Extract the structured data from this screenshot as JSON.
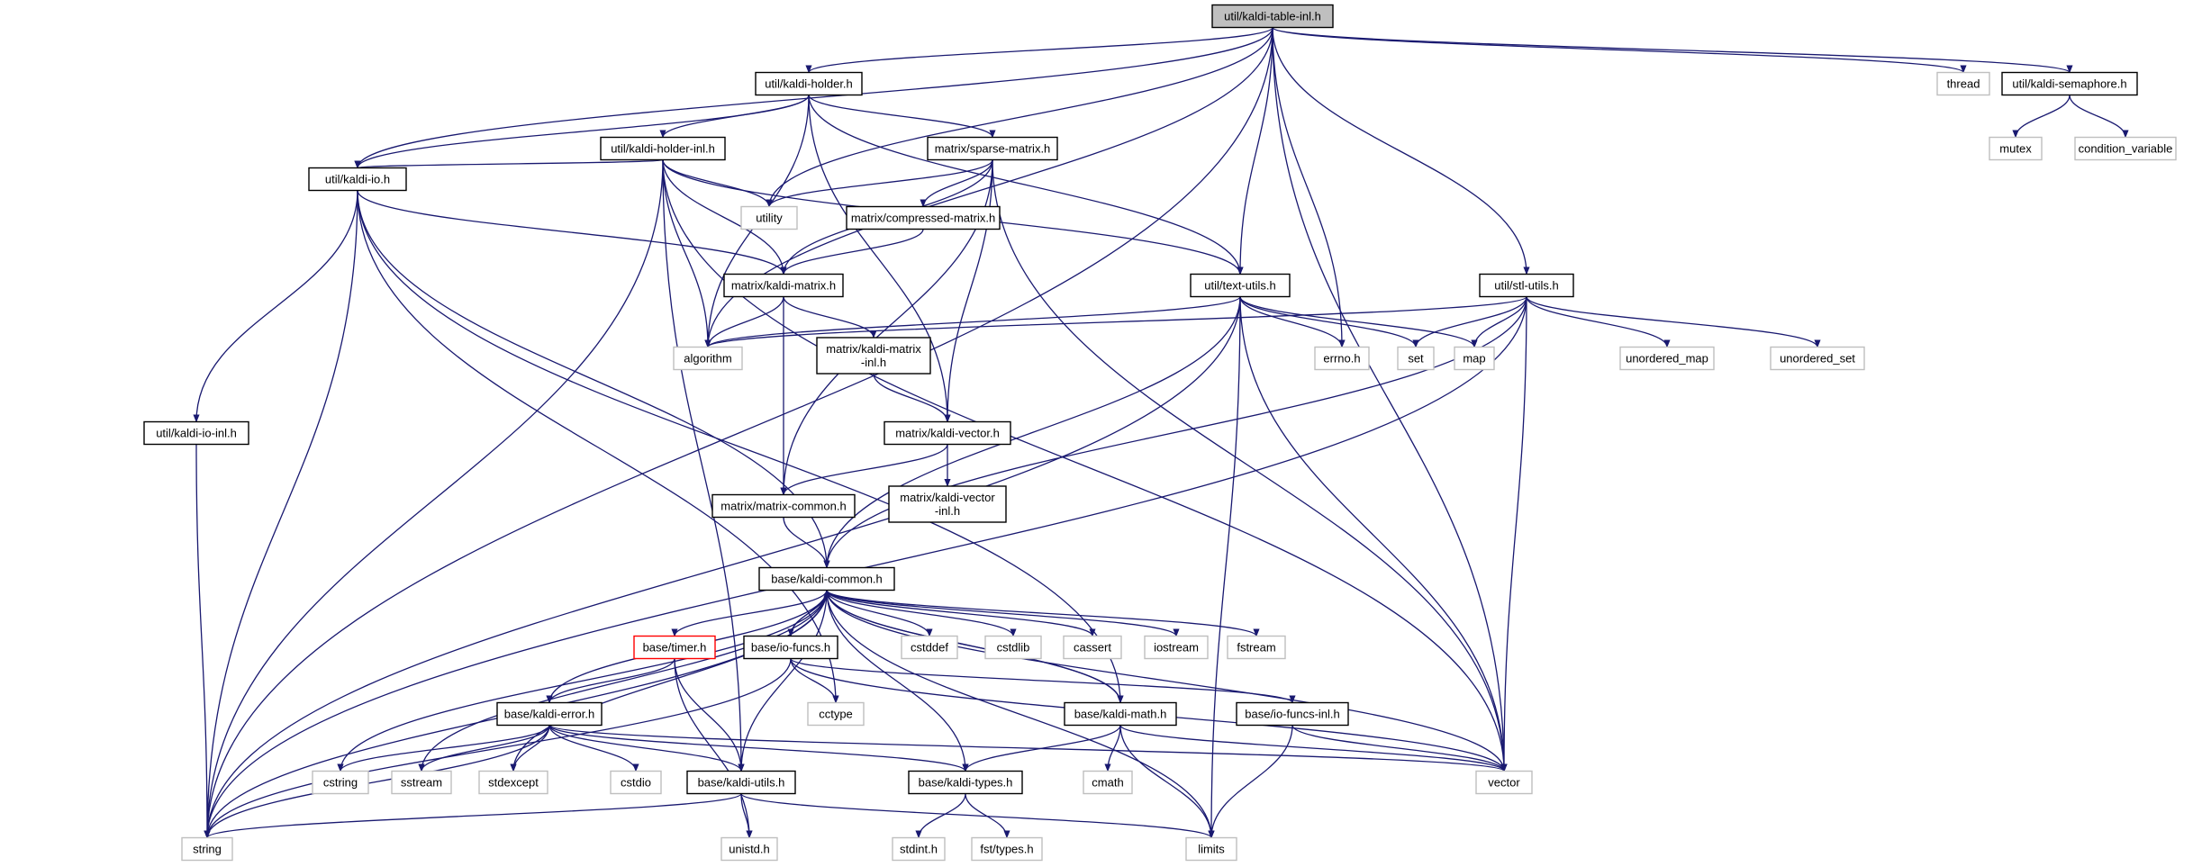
{
  "colors": {
    "edge": "#191970",
    "header_node_border": "#000000",
    "system_header_border": "#bfbfbf",
    "root_fill": "#bfbfbf",
    "highlight_border": "#ff0000",
    "background": "#ffffff"
  },
  "diagram": {
    "root": "util/kaldi-table-inl.h",
    "nodes": [
      {
        "id": "root",
        "lines": [
          "util/kaldi-table-inl.h"
        ],
        "kind": "root"
      },
      {
        "id": "holder",
        "lines": [
          "util/kaldi-holder.h"
        ],
        "kind": "header"
      },
      {
        "id": "holder_inl",
        "lines": [
          "util/kaldi-holder-inl.h"
        ],
        "kind": "header"
      },
      {
        "id": "kio",
        "lines": [
          "util/kaldi-io.h"
        ],
        "kind": "header"
      },
      {
        "id": "kio_inl",
        "lines": [
          "util/kaldi-io-inl.h"
        ],
        "kind": "header"
      },
      {
        "id": "sparse",
        "lines": [
          "matrix/sparse-matrix.h"
        ],
        "kind": "header"
      },
      {
        "id": "compressed",
        "lines": [
          "matrix/compressed-matrix.h"
        ],
        "kind": "header"
      },
      {
        "id": "kmatrix",
        "lines": [
          "matrix/kaldi-matrix.h"
        ],
        "kind": "header"
      },
      {
        "id": "kmatrix_inl",
        "lines": [
          "matrix/kaldi-matrix",
          "-inl.h"
        ],
        "kind": "header"
      },
      {
        "id": "kvector",
        "lines": [
          "matrix/kaldi-vector.h"
        ],
        "kind": "header"
      },
      {
        "id": "kvector_inl",
        "lines": [
          "matrix/kaldi-vector",
          "-inl.h"
        ],
        "kind": "header"
      },
      {
        "id": "mcommon",
        "lines": [
          "matrix/matrix-common.h"
        ],
        "kind": "header"
      },
      {
        "id": "textutils",
        "lines": [
          "util/text-utils.h"
        ],
        "kind": "header"
      },
      {
        "id": "stlutils",
        "lines": [
          "util/stl-utils.h"
        ],
        "kind": "header"
      },
      {
        "id": "semaphore",
        "lines": [
          "util/kaldi-semaphore.h"
        ],
        "kind": "header"
      },
      {
        "id": "kcommon",
        "lines": [
          "base/kaldi-common.h"
        ],
        "kind": "header"
      },
      {
        "id": "timer",
        "lines": [
          "base/timer.h"
        ],
        "kind": "highlight"
      },
      {
        "id": "iofuncs",
        "lines": [
          "base/io-funcs.h"
        ],
        "kind": "header"
      },
      {
        "id": "iofuncs_inl",
        "lines": [
          "base/io-funcs-inl.h"
        ],
        "kind": "header"
      },
      {
        "id": "kerror",
        "lines": [
          "base/kaldi-error.h"
        ],
        "kind": "header"
      },
      {
        "id": "kmath",
        "lines": [
          "base/kaldi-math.h"
        ],
        "kind": "header"
      },
      {
        "id": "ktypes",
        "lines": [
          "base/kaldi-types.h"
        ],
        "kind": "header"
      },
      {
        "id": "kutils",
        "lines": [
          "base/kaldi-utils.h"
        ],
        "kind": "header"
      },
      {
        "id": "thread",
        "lines": [
          "thread"
        ],
        "kind": "system"
      },
      {
        "id": "mutex",
        "lines": [
          "mutex"
        ],
        "kind": "system"
      },
      {
        "id": "condvar",
        "lines": [
          "condition_variable"
        ],
        "kind": "system"
      },
      {
        "id": "utility",
        "lines": [
          "utility"
        ],
        "kind": "system"
      },
      {
        "id": "algorithm",
        "lines": [
          "algorithm"
        ],
        "kind": "system"
      },
      {
        "id": "errno",
        "lines": [
          "errno.h"
        ],
        "kind": "system"
      },
      {
        "id": "set",
        "lines": [
          "set"
        ],
        "kind": "system"
      },
      {
        "id": "map",
        "lines": [
          "map"
        ],
        "kind": "system"
      },
      {
        "id": "umap",
        "lines": [
          "unordered_map"
        ],
        "kind": "system"
      },
      {
        "id": "uset",
        "lines": [
          "unordered_set"
        ],
        "kind": "system"
      },
      {
        "id": "vector",
        "lines": [
          "vector"
        ],
        "kind": "system"
      },
      {
        "id": "limits",
        "lines": [
          "limits"
        ],
        "kind": "system"
      },
      {
        "id": "string",
        "lines": [
          "string"
        ],
        "kind": "system"
      },
      {
        "id": "cstddef",
        "lines": [
          "cstddef"
        ],
        "kind": "system"
      },
      {
        "id": "cstdlib",
        "lines": [
          "cstdlib"
        ],
        "kind": "system"
      },
      {
        "id": "cassert",
        "lines": [
          "cassert"
        ],
        "kind": "system"
      },
      {
        "id": "iostream",
        "lines": [
          "iostream"
        ],
        "kind": "system"
      },
      {
        "id": "fstream",
        "lines": [
          "fstream"
        ],
        "kind": "system"
      },
      {
        "id": "cctype",
        "lines": [
          "cctype"
        ],
        "kind": "system"
      },
      {
        "id": "cmath",
        "lines": [
          "cmath"
        ],
        "kind": "system"
      },
      {
        "id": "cstring",
        "lines": [
          "cstring"
        ],
        "kind": "system"
      },
      {
        "id": "sstream",
        "lines": [
          "sstream"
        ],
        "kind": "system"
      },
      {
        "id": "stdexcept",
        "lines": [
          "stdexcept"
        ],
        "kind": "system"
      },
      {
        "id": "cstdio",
        "lines": [
          "cstdio"
        ],
        "kind": "system"
      },
      {
        "id": "unistd",
        "lines": [
          "unistd.h"
        ],
        "kind": "system"
      },
      {
        "id": "stdint",
        "lines": [
          "stdint.h"
        ],
        "kind": "system"
      },
      {
        "id": "fsttypes",
        "lines": [
          "fst/types.h"
        ],
        "kind": "system"
      }
    ],
    "edges": [
      [
        "root",
        "holder"
      ],
      [
        "root",
        "kio"
      ],
      [
        "root",
        "textutils"
      ],
      [
        "root",
        "stlutils"
      ],
      [
        "root",
        "semaphore"
      ],
      [
        "root",
        "thread"
      ],
      [
        "root",
        "utility"
      ],
      [
        "root",
        "algorithm"
      ],
      [
        "root",
        "errno"
      ],
      [
        "root",
        "vector"
      ],
      [
        "root",
        "string"
      ],
      [
        "holder",
        "holder_inl"
      ],
      [
        "holder",
        "kio"
      ],
      [
        "holder",
        "sparse"
      ],
      [
        "holder",
        "textutils"
      ],
      [
        "holder",
        "algorithm"
      ],
      [
        "holder",
        "kvector"
      ],
      [
        "holder_inl",
        "kio"
      ],
      [
        "holder_inl",
        "utility"
      ],
      [
        "holder_inl",
        "algorithm"
      ],
      [
        "holder_inl",
        "kmatrix"
      ],
      [
        "holder_inl",
        "textutils"
      ],
      [
        "holder_inl",
        "kutils"
      ],
      [
        "holder_inl",
        "string"
      ],
      [
        "holder_inl",
        "vector"
      ],
      [
        "kio",
        "kio_inl"
      ],
      [
        "kio",
        "kcommon"
      ],
      [
        "kio",
        "kmatrix"
      ],
      [
        "kio",
        "string"
      ],
      [
        "kio",
        "cctype"
      ],
      [
        "kio",
        "kmath"
      ],
      [
        "kio_inl",
        "string"
      ],
      [
        "sparse",
        "compressed"
      ],
      [
        "sparse",
        "kmatrix"
      ],
      [
        "sparse",
        "kvector"
      ],
      [
        "sparse",
        "mcommon"
      ],
      [
        "sparse",
        "utility"
      ],
      [
        "sparse",
        "vector"
      ],
      [
        "compressed",
        "kmatrix"
      ],
      [
        "kmatrix",
        "kmatrix_inl"
      ],
      [
        "kmatrix",
        "algorithm"
      ],
      [
        "kmatrix",
        "mcommon"
      ],
      [
        "kmatrix_inl",
        "kvector"
      ],
      [
        "kvector",
        "kvector_inl"
      ],
      [
        "kvector",
        "mcommon"
      ],
      [
        "mcommon",
        "kcommon"
      ],
      [
        "textutils",
        "kcommon"
      ],
      [
        "textutils",
        "algorithm"
      ],
      [
        "textutils",
        "errno"
      ],
      [
        "textutils",
        "set"
      ],
      [
        "textutils",
        "map"
      ],
      [
        "textutils",
        "vector"
      ],
      [
        "textutils",
        "limits"
      ],
      [
        "textutils",
        "string"
      ],
      [
        "stlutils",
        "kcommon"
      ],
      [
        "stlutils",
        "algorithm"
      ],
      [
        "stlutils",
        "set"
      ],
      [
        "stlutils",
        "map"
      ],
      [
        "stlutils",
        "umap"
      ],
      [
        "stlutils",
        "uset"
      ],
      [
        "stlutils",
        "vector"
      ],
      [
        "stlutils",
        "string"
      ],
      [
        "semaphore",
        "mutex"
      ],
      [
        "semaphore",
        "condvar"
      ],
      [
        "kcommon",
        "timer"
      ],
      [
        "kcommon",
        "iofuncs"
      ],
      [
        "kcommon",
        "kerror"
      ],
      [
        "kcommon",
        "kmath"
      ],
      [
        "kcommon",
        "ktypes"
      ],
      [
        "kcommon",
        "kutils"
      ],
      [
        "kcommon",
        "cstddef"
      ],
      [
        "kcommon",
        "cstdlib"
      ],
      [
        "kcommon",
        "cassert"
      ],
      [
        "kcommon",
        "iostream"
      ],
      [
        "kcommon",
        "fstream"
      ],
      [
        "kcommon",
        "cstring"
      ],
      [
        "kcommon",
        "sstream"
      ],
      [
        "kcommon",
        "stdexcept"
      ],
      [
        "kcommon",
        "string"
      ],
      [
        "kcommon",
        "vector"
      ],
      [
        "kcommon",
        "limits"
      ],
      [
        "timer",
        "kerror"
      ],
      [
        "timer",
        "kutils"
      ],
      [
        "timer",
        "unistd"
      ],
      [
        "iofuncs",
        "kcommon"
      ],
      [
        "iofuncs",
        "iofuncs_inl"
      ],
      [
        "iofuncs",
        "cctype"
      ],
      [
        "iofuncs",
        "string"
      ],
      [
        "iofuncs",
        "vector"
      ],
      [
        "iofuncs_inl",
        "vector"
      ],
      [
        "iofuncs_inl",
        "limits"
      ],
      [
        "kerror",
        "kutils"
      ],
      [
        "kerror",
        "ktypes"
      ],
      [
        "kerror",
        "cstring"
      ],
      [
        "kerror",
        "sstream"
      ],
      [
        "kerror",
        "stdexcept"
      ],
      [
        "kerror",
        "cstdio"
      ],
      [
        "kerror",
        "string"
      ],
      [
        "kerror",
        "vector"
      ],
      [
        "kmath",
        "kcommon"
      ],
      [
        "kmath",
        "ktypes"
      ],
      [
        "kmath",
        "cmath"
      ],
      [
        "kmath",
        "limits"
      ],
      [
        "kmath",
        "vector"
      ],
      [
        "ktypes",
        "stdint"
      ],
      [
        "ktypes",
        "fsttypes"
      ],
      [
        "kutils",
        "string"
      ],
      [
        "kutils",
        "unistd"
      ],
      [
        "kutils",
        "limits"
      ]
    ]
  }
}
